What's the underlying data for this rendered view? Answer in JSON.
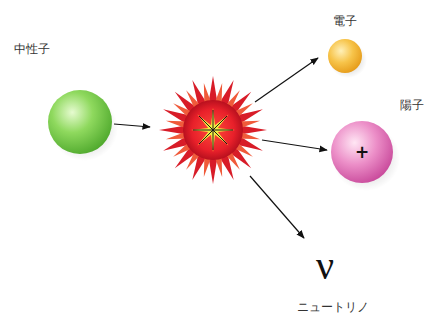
{
  "diagram": {
    "labels": [
      "中性子",
      "電子",
      "陽子",
      "+",
      "ν",
      "ニュートリノ"
    ]
  }
}
